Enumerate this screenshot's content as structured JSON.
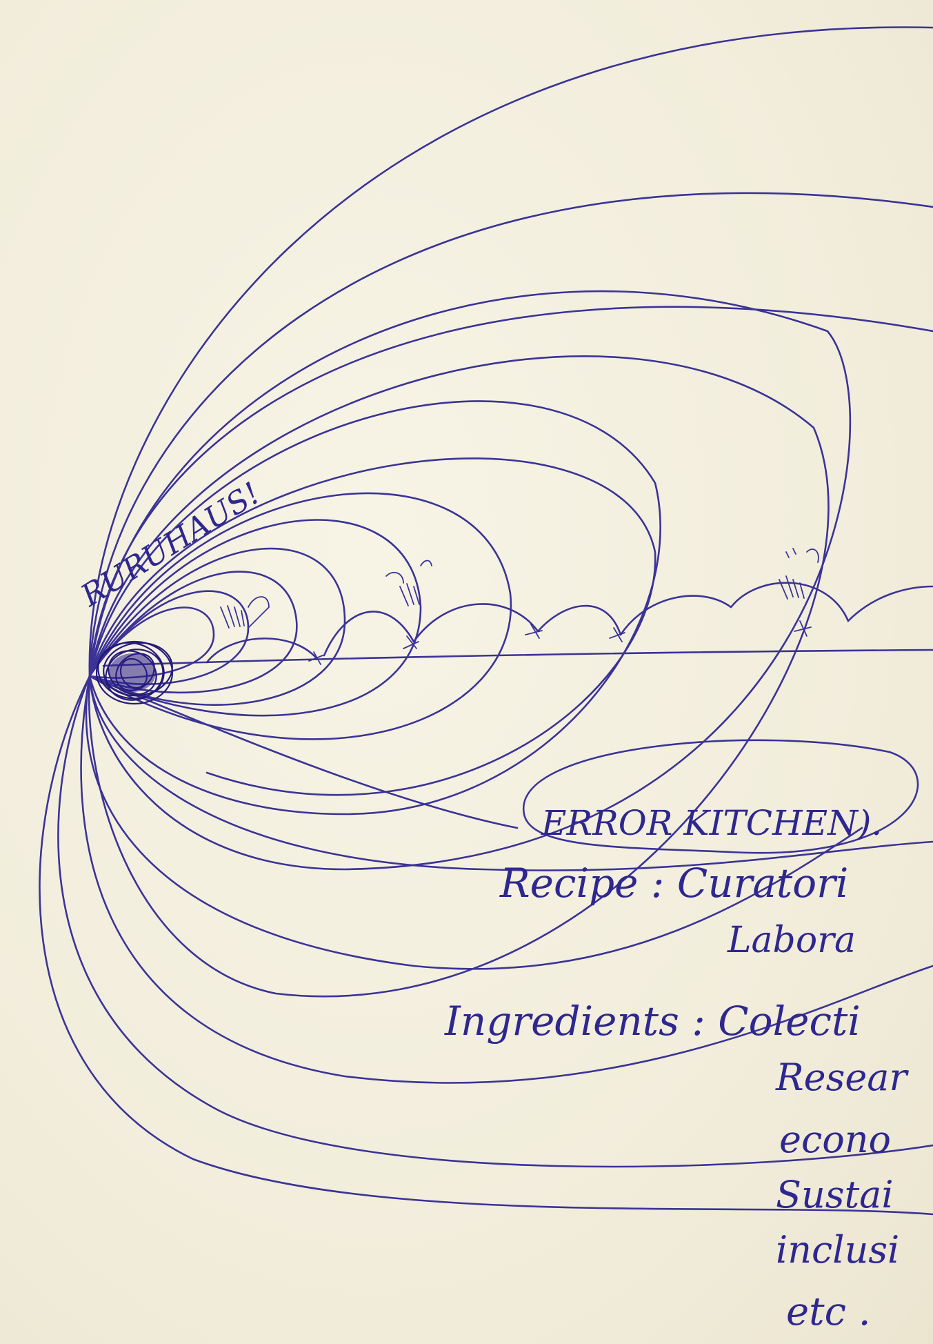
{
  "sketch": {
    "ink_color": "#3b3396",
    "paper_color": "#f3efdf",
    "labels": {
      "title": "RURUHAUS!",
      "boxed": "ERROR KITCHEN).",
      "recipe": "Recipe : Curatori",
      "recipe_2": "Labora",
      "ingredients": "Ingredients : Colecti",
      "list_1": "Resear",
      "list_2": "econo",
      "list_3": "Sustai",
      "list_4": "inclusi",
      "list_5": "etc ."
    }
  }
}
